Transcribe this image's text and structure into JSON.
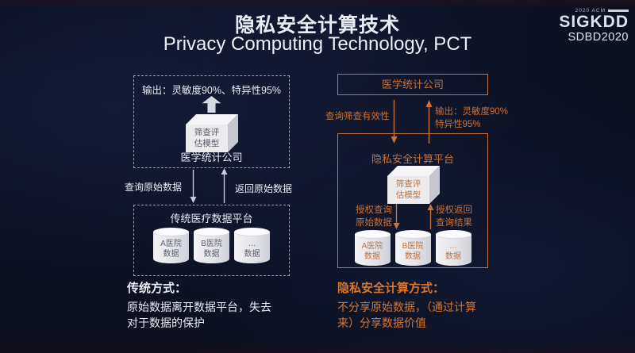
{
  "header": {
    "title_cn": "隐私安全计算技术",
    "title_en": "Privacy Computing Technology, PCT",
    "logo": {
      "line1": "2020 ACM",
      "line2": "SIGKDD",
      "line3": "SDBD2020"
    }
  },
  "colors": {
    "accent_orange": "#c4713a",
    "caption_orange": "#d9752c",
    "text_white": "#e9ecf3",
    "bg_navy": "#0c101f",
    "dashed_border": "#9aa1ae"
  },
  "left": {
    "output_text": "输出：灵敏度90%、特异性95%",
    "cube_label_line1": "筛查评",
    "cube_label_line2": "估模型",
    "company": "医学统计公司",
    "arrow_down_label": "查询原始数据",
    "arrow_up_label": "返回原始数据",
    "platform_title": "传统医疗数据平台",
    "databases": [
      {
        "line1": "A医院",
        "line2": "数据"
      },
      {
        "line1": "B医院",
        "line2": "数据"
      },
      {
        "line1": "…",
        "line2": "数据"
      }
    ],
    "caption_title": "传统方式：",
    "caption_line1": "原始数据离开数据平台，失去",
    "caption_line2": "对于数据的保护"
  },
  "right": {
    "company": "医学统计公司",
    "query_label": "查询筛查有效性",
    "output_line1": "输出：灵敏度90%",
    "output_line2": "特异性95%",
    "platform_title": "隐私安全计算平台",
    "cube_label_line1": "筛查评",
    "cube_label_line2": "估模型",
    "auth_query_line1": "授权查询",
    "auth_query_line2": "原始数据",
    "auth_return_line1": "授权返回",
    "auth_return_line2": "查询结果",
    "databases": [
      {
        "line1": "A医院",
        "line2": "数据"
      },
      {
        "line1": "B医院",
        "line2": "数据"
      },
      {
        "line1": "…",
        "line2": "数据"
      }
    ],
    "caption_title": "隐私安全计算方式：",
    "caption_line1": "不分享原始数据，（通过计算",
    "caption_line2": "来）分享数据价值"
  }
}
